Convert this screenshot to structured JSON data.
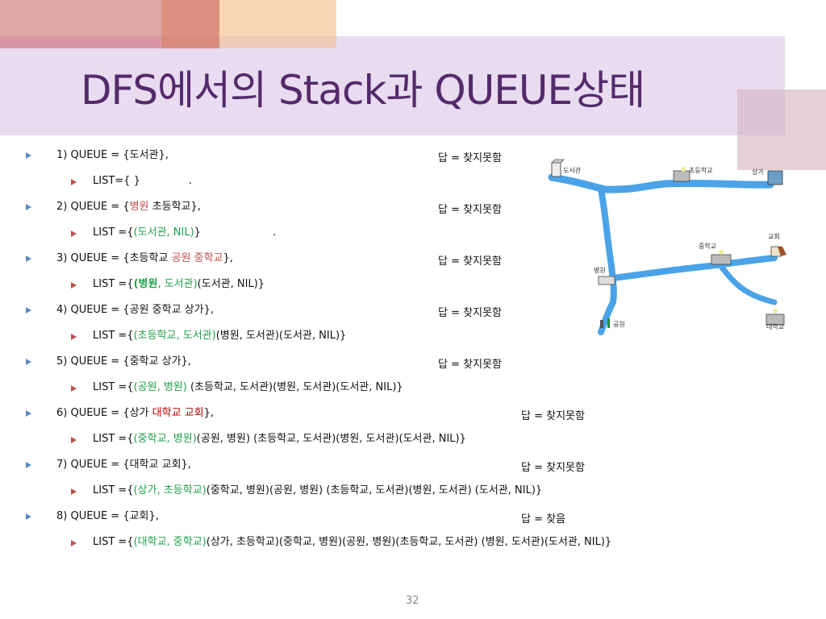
{
  "slide": {
    "title": "DFS에서의 Stack과 QUEUE상태",
    "page_number": "32",
    "colors": {
      "title": "#542a6b",
      "title_band": "#e9dcf1",
      "bullet_level1": "#5a8ac6",
      "bullet_level2": "#c0504d",
      "highlight_red": "#c0504d",
      "highlight_darkred": "#c00000",
      "highlight_green": "#22a04b",
      "road": "#4aa3e8"
    }
  },
  "steps": [
    {
      "queue_prefix": "1) QUEUE = {",
      "queue_plain": "도서관",
      "queue_hl": "",
      "queue_suffix": "},",
      "answer": "답 = 찾지못함",
      "list_prefix": "LIST={ }",
      "list_hl": "",
      "list_rest": "",
      "list_dot": "."
    },
    {
      "queue_prefix": "2) QUEUE = {",
      "queue_hl": "병원",
      "queue_plain": " 초등학교",
      "queue_suffix": "},",
      "answer": "답 = 찾지못함",
      "list_prefix": "LIST ={",
      "list_hl": "(도서관, NIL)",
      "list_rest": "}",
      "list_dot": "."
    },
    {
      "queue_prefix": "3) QUEUE = {",
      "queue_plain": "초등학교 ",
      "queue_hl": "공원 중학교",
      "queue_suffix": "},",
      "answer": "답 = 찾지못함",
      "list_prefix": "LIST ={",
      "list_hl_bold": "(병원",
      "list_hl": ", 도서관)",
      "list_rest": "(도서관, NIL)}"
    },
    {
      "queue_prefix": "4) QUEUE = {",
      "queue_plain": "공원 중학교 상가",
      "queue_suffix": "},",
      "answer": "답 = 찾지못함",
      "list_prefix": "LIST ={",
      "list_hl": "(초등학교, 도서관)",
      "list_rest": "(병원, 도서관)(도서관, NIL)}"
    },
    {
      "queue_prefix": "5) QUEUE = {",
      "queue_plain": "중학교 상가",
      "queue_suffix": "},",
      "answer": "답 = 찾지못함",
      "list_prefix": "LIST ={",
      "list_hl": "(공원, 병원)",
      "list_rest": " (초등학교, 도서관)(병원, 도서관)(도서관, NIL)}"
    },
    {
      "queue_prefix": "6) QUEUE = {",
      "queue_plain": "상가 ",
      "queue_hl": "대학교 교회",
      "queue_suffix": "},",
      "answer": "답 = 찾지못함",
      "list_prefix": "LIST ={",
      "list_hl": "(중학교, 병원)",
      "list_rest": "(공원, 병원) (초등학교, 도서관)(병원, 도서관)(도서관, NIL)}"
    },
    {
      "queue_prefix": "7) QUEUE = {",
      "queue_plain": "대학교 교회",
      "queue_suffix": "},",
      "answer": "답 = 찾지못함",
      "list_prefix": "LIST ={",
      "list_hl": "(상가, 초등학교)",
      "list_rest": "(중학교, 병원)(공원, 병원) (초등학교, 도서관)(병원, 도서관) (도서관, NIL)}"
    },
    {
      "queue_prefix": "8) QUEUE = {",
      "queue_plain": "교회",
      "queue_suffix": "},",
      "answer": "답 = 찾음",
      "list_prefix": "LIST ={",
      "list_hl": "(대학교, 중학교)",
      "list_rest": "(상가, 초등학교)(중학교, 병원)(공원, 병원)(초등학교, 도서관) (병원, 도서관)(도서관, NIL)}"
    }
  ],
  "map": {
    "nodes": {
      "library": "도서관",
      "elementary": "초등학교",
      "mall": "상가",
      "church": "교회",
      "middle": "중학교",
      "hospital": "병원",
      "park": "공원",
      "university": "대학교"
    }
  }
}
